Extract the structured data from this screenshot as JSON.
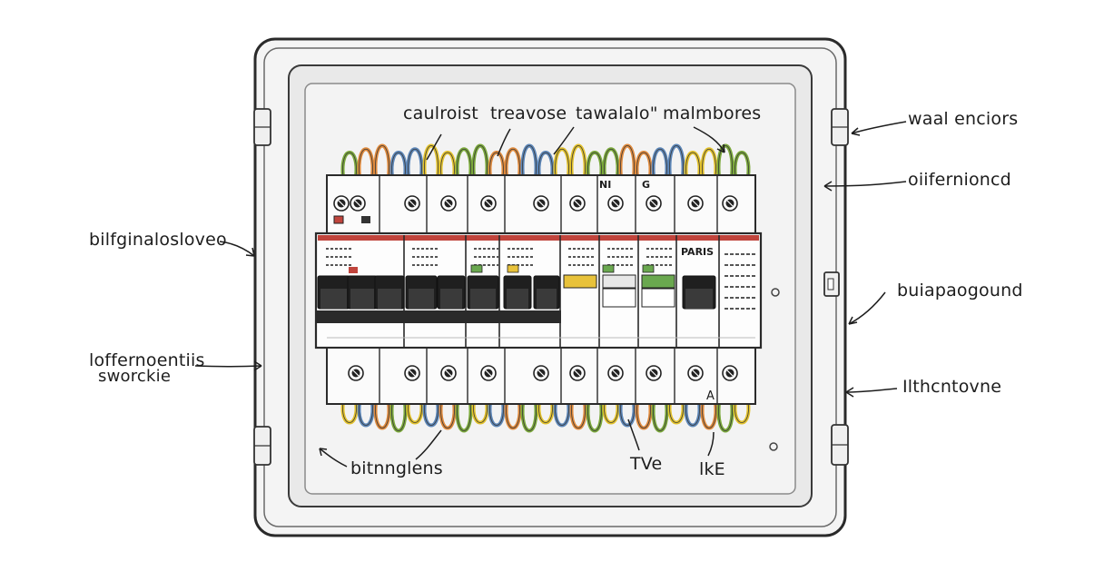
{
  "labels": {
    "top": [
      "caulroist",
      "treavose",
      "tawalalo\"",
      "malmbores"
    ],
    "right": [
      "waal enciors",
      "oiifernioncd",
      "buiapaogound",
      "Ilthcntovne"
    ],
    "left_top": "bilfginalosloveo",
    "left_mid_line1": "loffernoentiis",
    "left_mid_line2": "sworckie",
    "bottom": [
      "bitnnglens",
      "TVe",
      "lkE"
    ]
  },
  "module_text": {
    "brand": "PARIS",
    "letter_a": "A",
    "ni": "NI",
    "g": "G"
  },
  "colors": {
    "wire_green": "#7aa83a",
    "wire_yellow": "#e3c22c",
    "wire_blue": "#5c86b8",
    "wire_orange": "#e08a3c",
    "stripe_red": "#c0443c",
    "indicator_green": "#6aa84f",
    "indicator_yellow": "#e8c23a",
    "ink": "#1d1d1d"
  }
}
